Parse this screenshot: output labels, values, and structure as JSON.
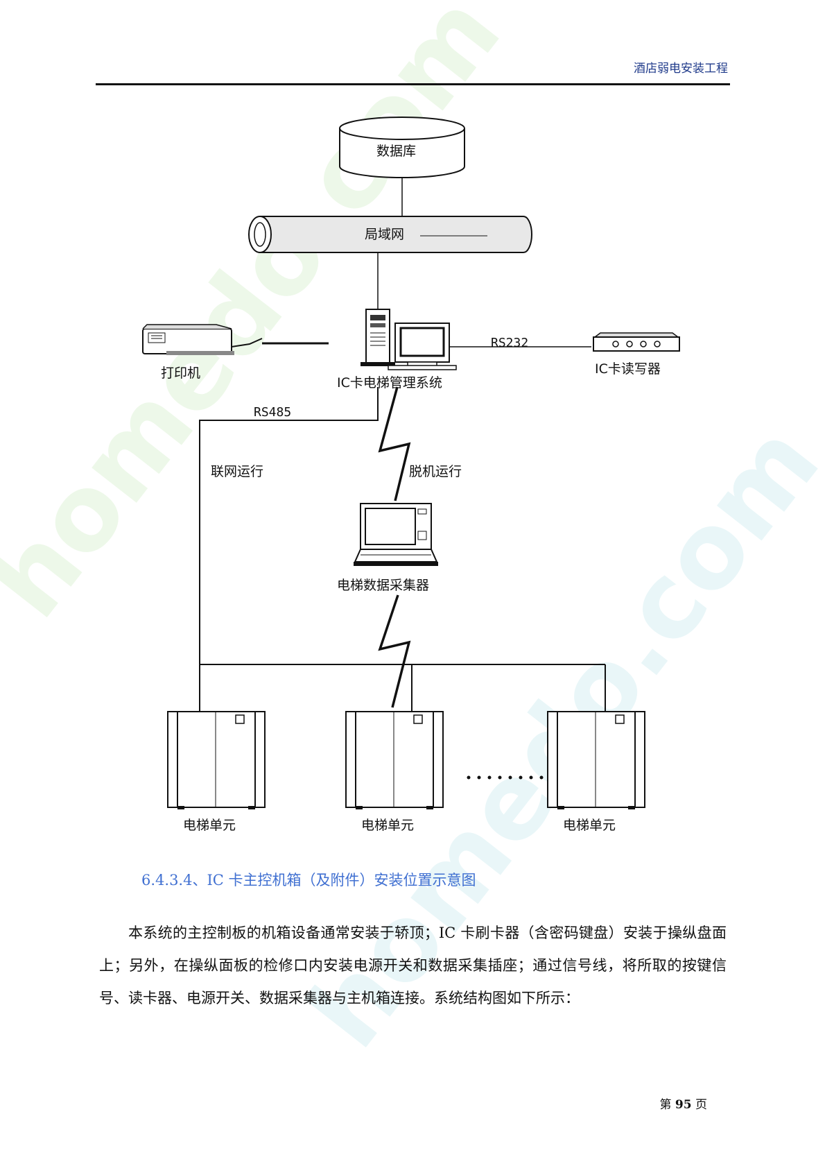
{
  "header": {
    "title": "酒店弱电安装工程"
  },
  "diagram": {
    "database": "数据库",
    "lan": "局域网",
    "printer": "打印机",
    "mgmt_system": "IC卡电梯管理系统",
    "rs232": "RS232",
    "card_reader": "IC卡读写器",
    "rs485": "RS485",
    "online": "联网运行",
    "offline": "脱机运行",
    "collector": "电梯数据采集器",
    "units": [
      "电梯单元",
      "电梯单元",
      "电梯单元"
    ]
  },
  "section": {
    "heading": "6.4.3.4、IC 卡主控机箱（及附件）安装位置示意图"
  },
  "body": {
    "paragraph": "本系统的主控制板的机箱设备通常安装于轿顶；IC 卡刷卡器（含密码键盘）安装于操纵盘面上；另外，在操纵面板的检修口内安装电源开关和数据采集插座；通过信号线，将所取的按键信号、读卡器、电源开关、数据采集器与主机箱连接。系统结构图如下所示："
  },
  "footer": {
    "prefix": "第",
    "page": "95",
    "suffix": "页"
  },
  "watermark": {
    "text": "homedo.com"
  }
}
